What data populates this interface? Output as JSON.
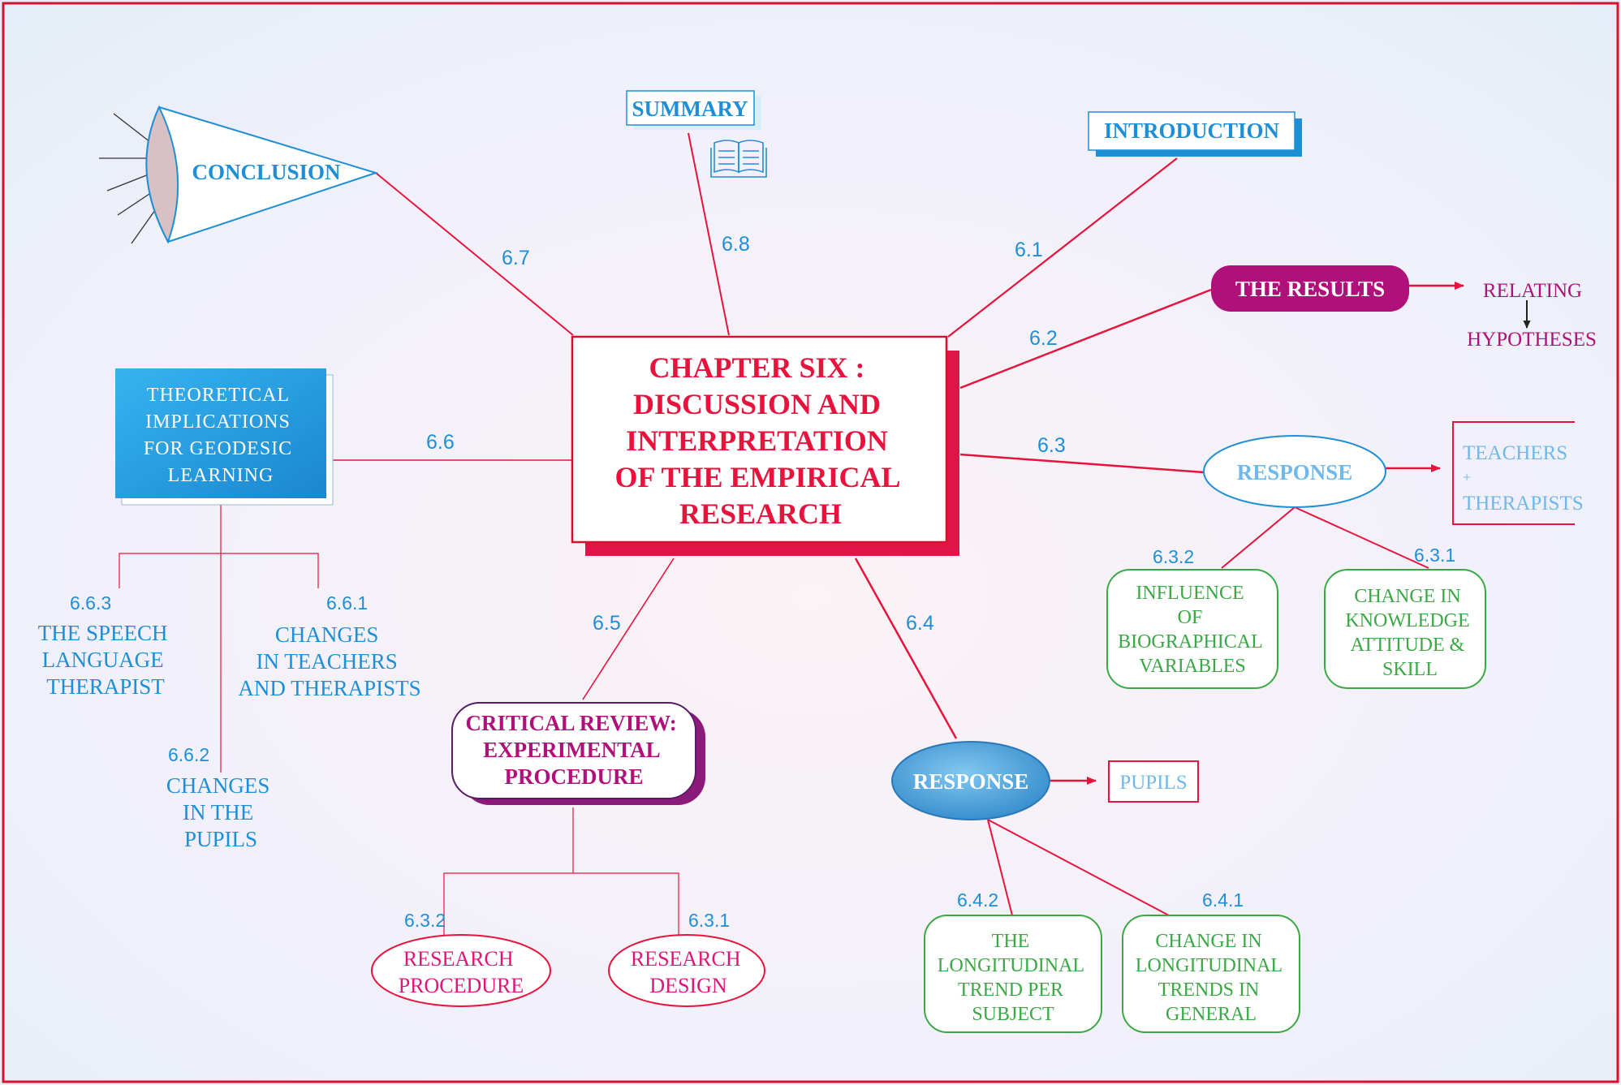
{
  "center": {
    "lines": [
      "CHAPTER SIX :",
      "DISCUSSION AND",
      "INTERPRETATION",
      "OF THE EMPIRICAL",
      "RESEARCH"
    ]
  },
  "introduction": {
    "label": "INTRODUCTION",
    "number": "6.1"
  },
  "results": {
    "label": "THE RESULTS",
    "number": "6.2",
    "relating": "RELATING",
    "hypotheses": "HYPOTHESES"
  },
  "response_teachers": {
    "label": "RESPONSE",
    "number": "6.3",
    "target": {
      "line1": "TEACHERS",
      "plus": "+",
      "line2": "THERAPISTS"
    },
    "sub_left": {
      "number": "6.3.2",
      "lines": [
        "INFLUENCE",
        "OF",
        "BIOGRAPHICAL",
        "VARIABLES"
      ]
    },
    "sub_right": {
      "number": "6.3.1",
      "lines": [
        "CHANGE IN",
        "KNOWLEDGE",
        "ATTITUDE &",
        "SKILL"
      ]
    }
  },
  "response_pupils": {
    "label": "RESPONSE",
    "number": "6.4",
    "target": "PUPILS",
    "sub_left": {
      "number": "6.4.2",
      "lines": [
        "THE",
        "LONGITUDINAL",
        "TREND PER",
        "SUBJECT"
      ]
    },
    "sub_right": {
      "number": "6.4.1",
      "lines": [
        "CHANGE IN",
        "LONGITUDINAL",
        "TRENDS IN",
        "GENERAL"
      ]
    }
  },
  "critical_review": {
    "number": "6.5",
    "lines": [
      "CRITICAL REVIEW:",
      "EXPERIMENTAL",
      "PROCEDURE"
    ],
    "sub_left": {
      "number": "6.3.2",
      "lines": [
        "RESEARCH",
        "PROCEDURE"
      ]
    },
    "sub_right": {
      "number": "6.3.1",
      "lines": [
        "RESEARCH",
        "DESIGN"
      ]
    }
  },
  "theoretical": {
    "number": "6.6",
    "lines": [
      "THEORETICAL",
      "IMPLICATIONS",
      "FOR GEODESIC",
      "LEARNING"
    ],
    "sub_left": {
      "number": "6.6.3",
      "lines": [
        "THE SPEECH",
        "LANGUAGE",
        "THERAPIST"
      ]
    },
    "sub_right": {
      "number": "6.6.1",
      "lines": [
        "CHANGES",
        "IN TEACHERS",
        "AND THERAPISTS"
      ]
    },
    "sub_bottom": {
      "number": "6.6.2",
      "lines": [
        "CHANGES",
        "IN THE",
        "PUPILS"
      ]
    }
  },
  "conclusion": {
    "label": "CONCLUSION",
    "number": "6.7"
  },
  "summary": {
    "label": "SUMMARY",
    "number": "6.8"
  },
  "icons": {
    "book": "book-icon",
    "lens": "lens-icon"
  },
  "colors": {
    "red": "#e8133d",
    "magenta": "#b0107a",
    "blue": "#1e8fd6",
    "green": "#3aa845",
    "pink": "#e0157a",
    "frame": "#d8112e",
    "bg": "#f3f2fb"
  }
}
